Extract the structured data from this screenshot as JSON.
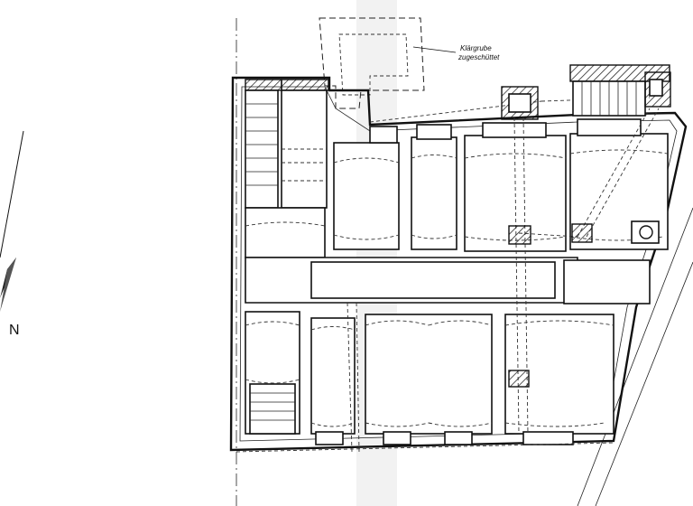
{
  "annotations": {
    "cesspit_line1": "Klärgrube",
    "cesspit_line2": "zugeschüttet"
  },
  "compass": {
    "north_label": "N"
  }
}
